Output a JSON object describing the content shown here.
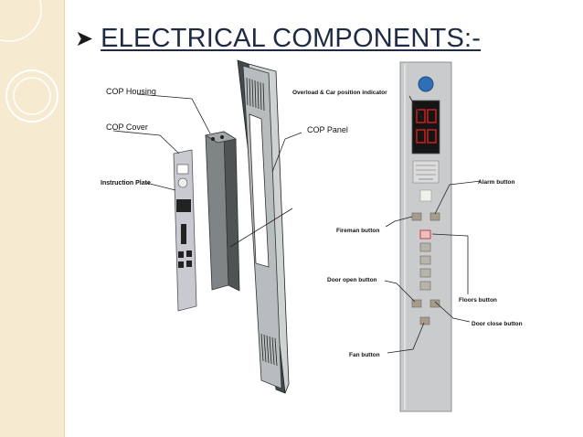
{
  "slide": {
    "bullet_icon": "arrow-bullet-icon",
    "title": "ELECTRICAL COMPONENTS:-"
  },
  "labels": {
    "cop_housing": "COP Housing",
    "cop_cover": "COP Cover",
    "instruction_plate": "Instruction Plate",
    "cop_panel": "COP Panel",
    "overload_indicator": "Overload & Car position indicator",
    "alarm_button": "Alarm button",
    "fireman_button": "Fireman button",
    "door_open_button": "Door open button",
    "floors_button": "Floors button",
    "door_close_button": "Door close button",
    "fan_button": "Fan button"
  },
  "colors": {
    "title": "#1f2a44",
    "band": "#f6ead0",
    "panel_steel": "#c9cbcd",
    "display_red": "#d02020"
  }
}
